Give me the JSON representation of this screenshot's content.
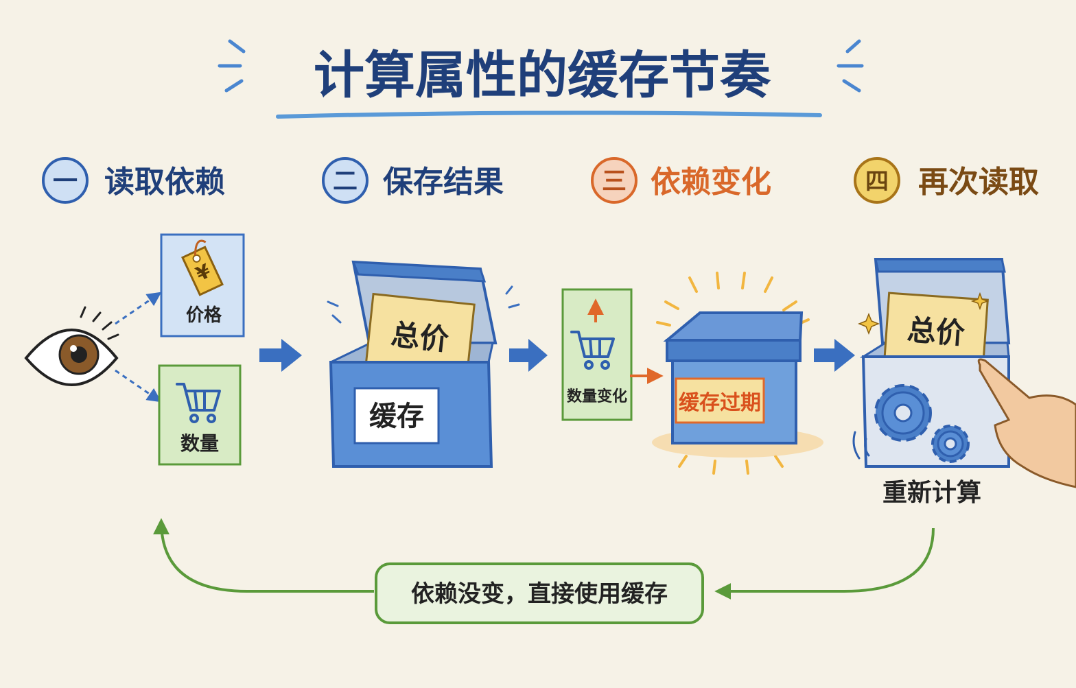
{
  "title": "计算属性的缓存节奏",
  "steps": [
    {
      "num": "一",
      "label": "读取依赖",
      "color": "#2f5fae",
      "fill": "#cfe0f4"
    },
    {
      "num": "二",
      "label": "保存结果",
      "color": "#2f5fae",
      "fill": "#cfe0f4"
    },
    {
      "num": "三",
      "label": "依赖变化",
      "color": "#d9682a",
      "fill": "#f6d3bd"
    },
    {
      "num": "四",
      "label": "再次读取",
      "color": "#8a5a1a",
      "fill": "#f2d36b"
    }
  ],
  "cards": {
    "price": "价格",
    "price_symbol": "¥",
    "quantity": "数量",
    "quantity_change": "数量变化"
  },
  "boxes": {
    "cache_label": "缓存",
    "total_note": "总价",
    "expired_label": "缓存过期",
    "recompute_note": "总价",
    "recompute_label": "重新计算"
  },
  "loop": {
    "label": "依赖没变，直接使用缓存"
  },
  "colors": {
    "blue": "#3a6fc0",
    "dark_blue": "#1f3f7a",
    "green": "#5a9a3a",
    "orange": "#e0682a",
    "yellow": "#f6e1a0",
    "paper": "#f6f2e7"
  }
}
